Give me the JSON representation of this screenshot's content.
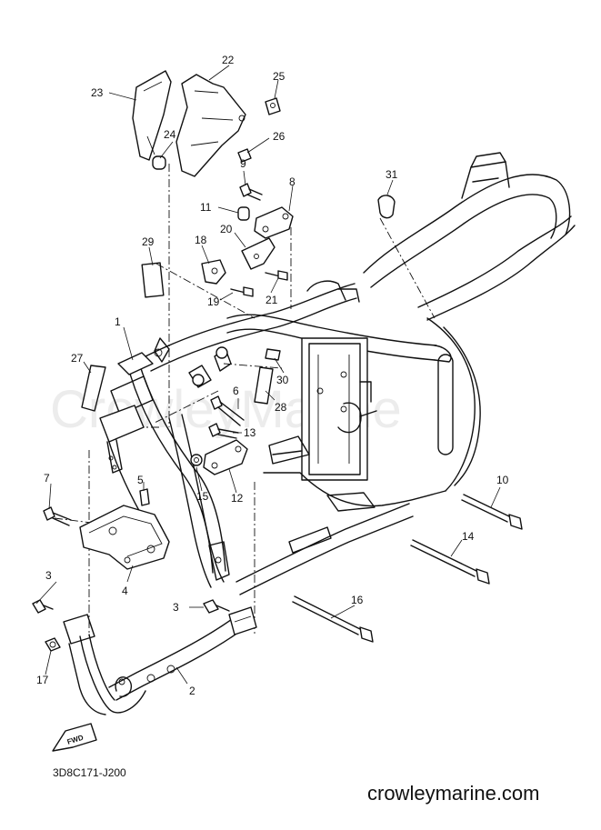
{
  "watermark": "CrowleyMarine",
  "diagram_code": "3D8C171-J200",
  "website": "crowleymarine.com",
  "fwd_label": "FWD",
  "callouts": {
    "c1": "1",
    "c2": "2",
    "c3a": "3",
    "c3b": "3",
    "c4": "4",
    "c5": "5",
    "c6": "6",
    "c7": "7",
    "c8": "8",
    "c9": "9",
    "c10": "10",
    "c11": "11",
    "c12": "12",
    "c13": "13",
    "c14": "14",
    "c15": "15",
    "c16": "16",
    "c17": "17",
    "c18": "18",
    "c19": "19",
    "c20": "20",
    "c21": "21",
    "c22": "22",
    "c23": "23",
    "c24": "24",
    "c25": "25",
    "c26": "26",
    "c27": "27",
    "c28": "28",
    "c29": "29",
    "c30": "30",
    "c31": "31"
  }
}
